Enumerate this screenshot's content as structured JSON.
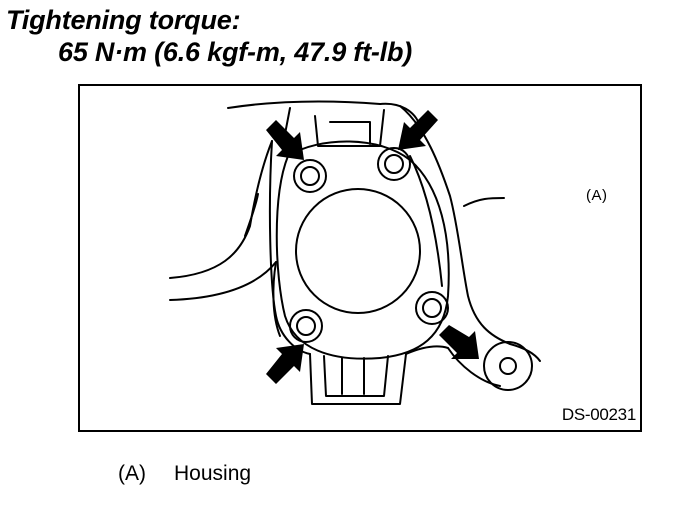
{
  "heading": {
    "line1": "Tightening torque:",
    "line2": "65 N·m (6.6 kgf-m, 47.9 ft-lb)"
  },
  "figure": {
    "callout_label": "(A)",
    "figure_id": "DS-00231"
  },
  "legend": [
    {
      "key": "(A)",
      "text": "Housing"
    }
  ]
}
